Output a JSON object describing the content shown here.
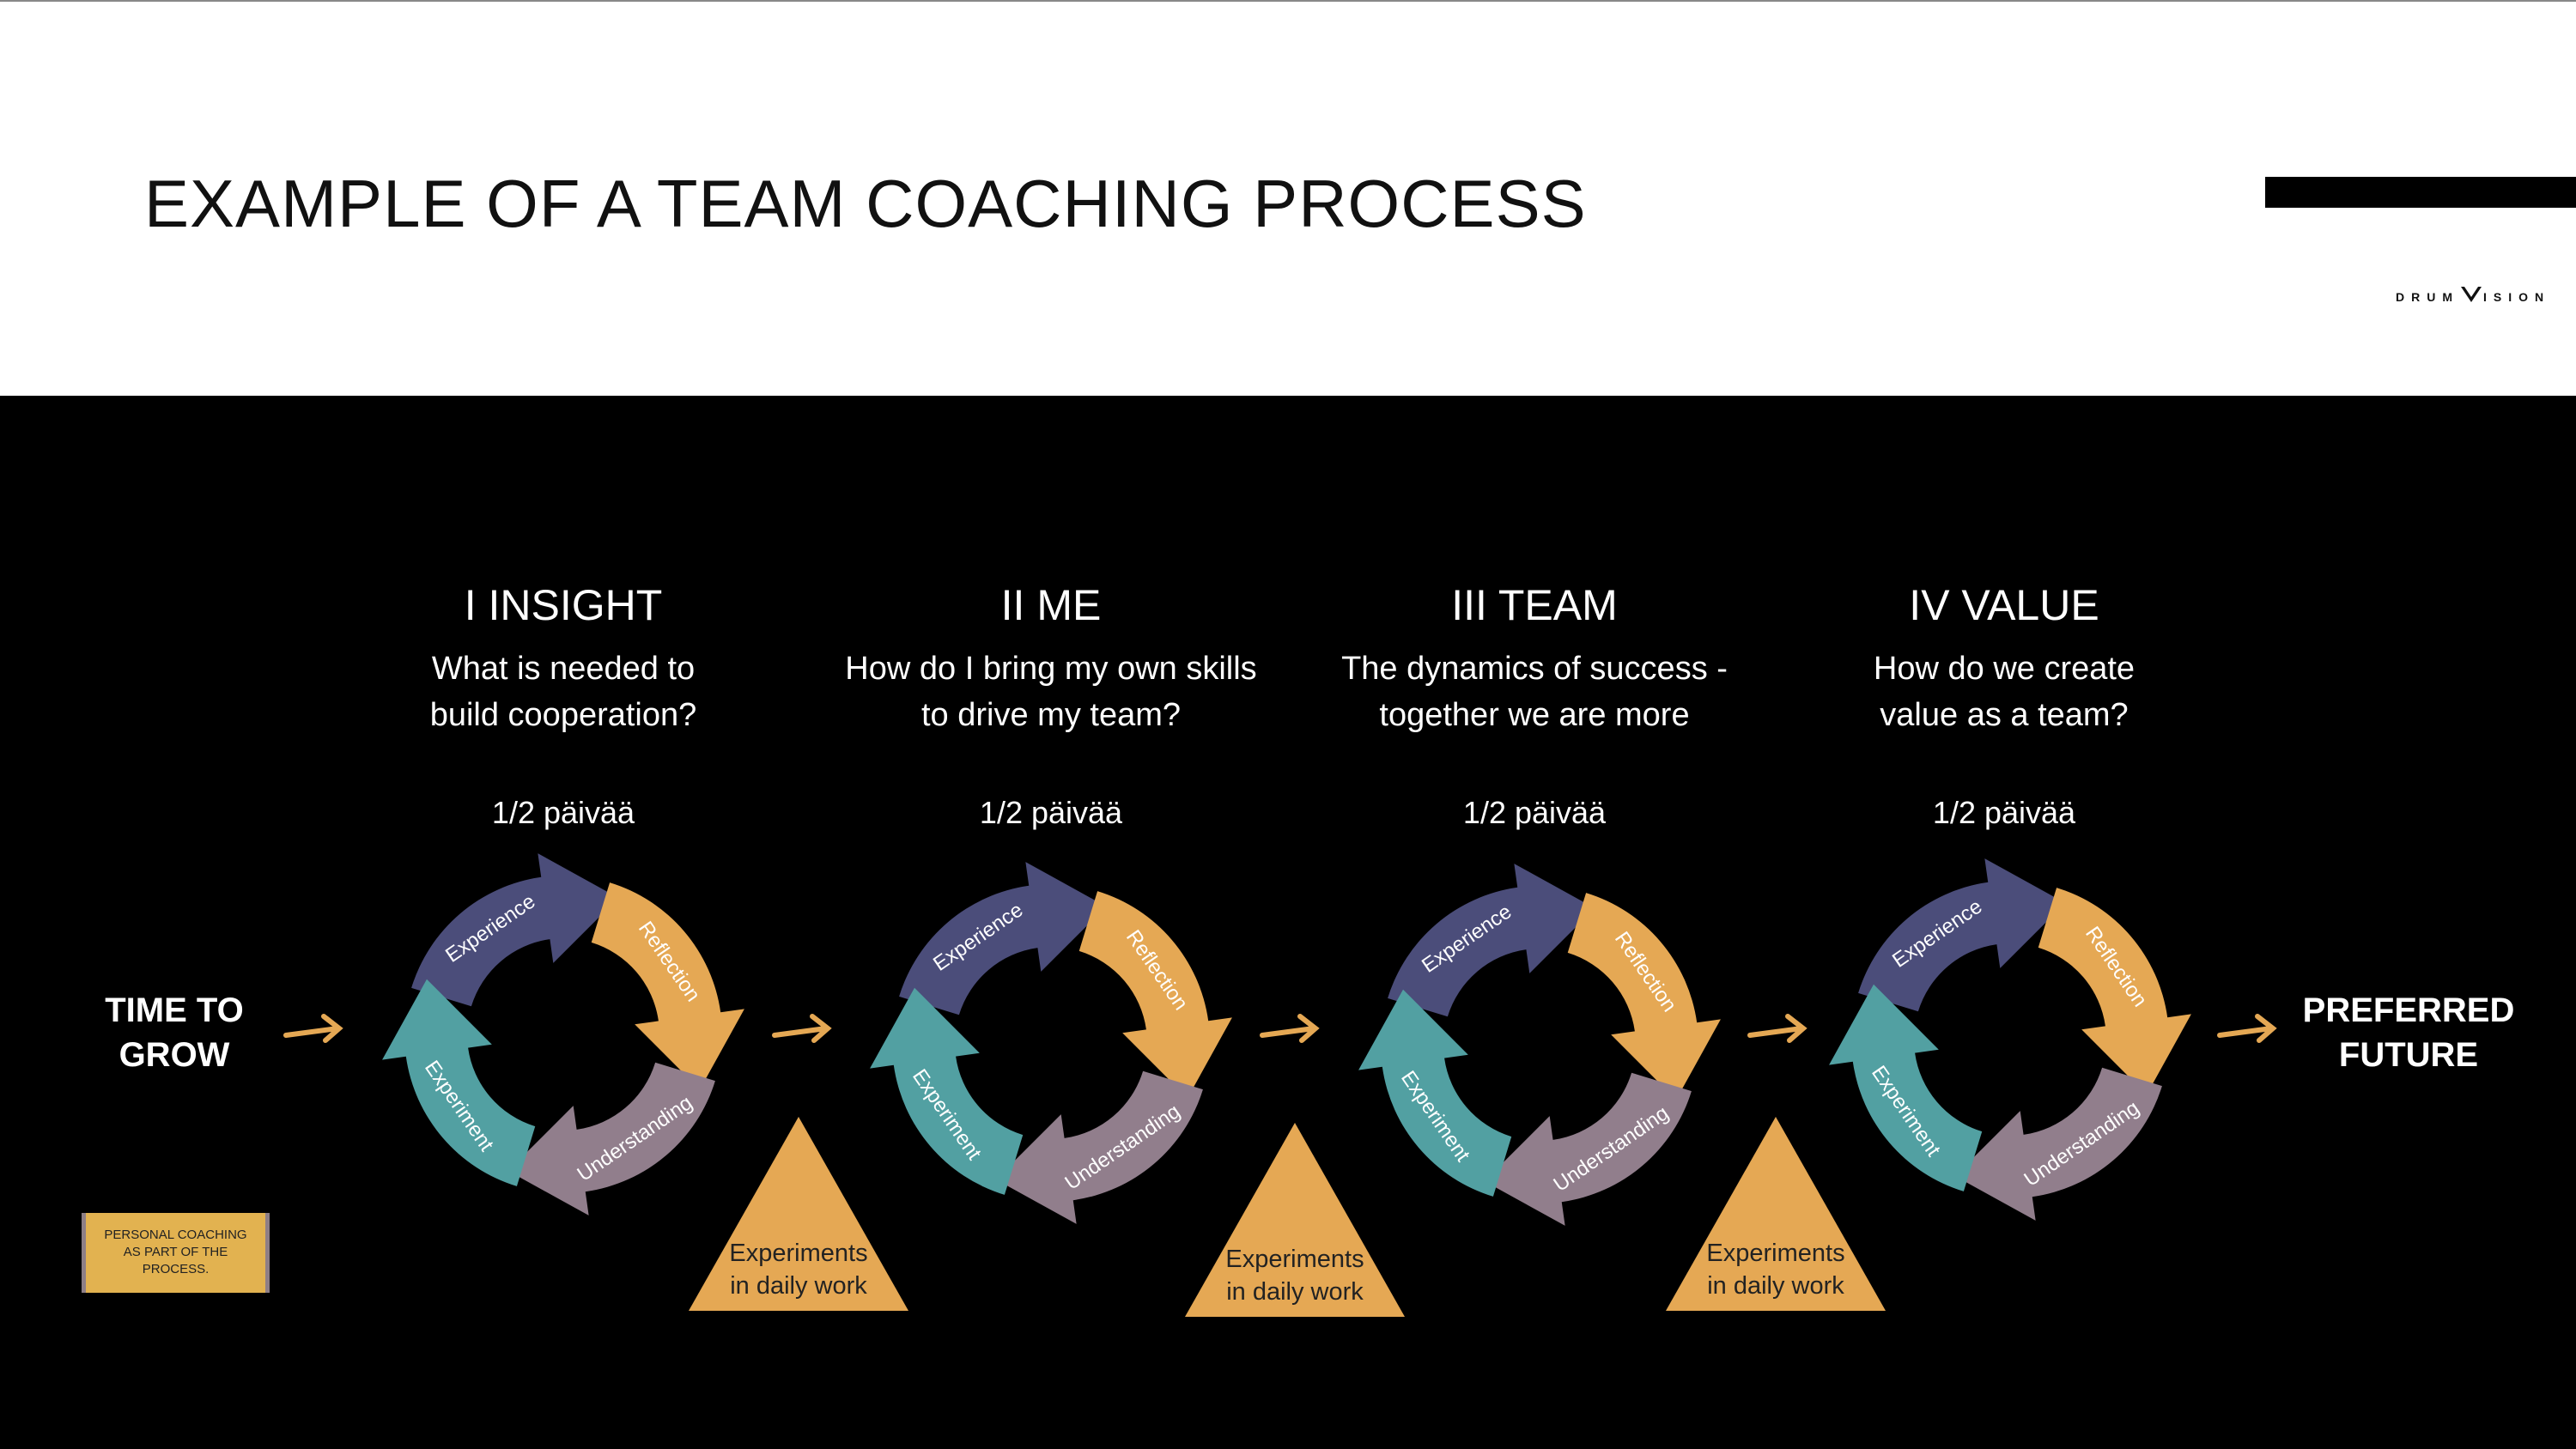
{
  "header": {
    "title": "EXAMPLE OF A TEAM COACHING PROCESS",
    "logo": "DRUMVISION"
  },
  "start_label": [
    "TIME TO",
    "GROW"
  ],
  "end_label": [
    "PREFERRED",
    "FUTURE"
  ],
  "phases": [
    {
      "heading": "I INSIGHT",
      "question": [
        "What is needed to",
        "build cooperation?"
      ],
      "duration": "1/2 päivää"
    },
    {
      "heading": "II ME",
      "question": [
        "How do I bring my own skills",
        "to drive my team?"
      ],
      "duration": "1/2 päivää"
    },
    {
      "heading": "III TEAM",
      "question": [
        "The dynamics of success -",
        "together we are more"
      ],
      "duration": "1/2 päivää"
    },
    {
      "heading": "IV VALUE",
      "question": [
        "How do we create",
        "value as a team?"
      ],
      "duration": "1/2 päivää"
    }
  ],
  "cycle": [
    {
      "label": "Experience",
      "color": "#4b4d7a"
    },
    {
      "label": "Reflection",
      "color": "#e5a854"
    },
    {
      "label": "Understanding",
      "color": "#917e8c"
    },
    {
      "label": "Experiment",
      "color": "#52a0a2"
    }
  ],
  "experiments": [
    "Experiments",
    "in daily work"
  ],
  "personal_coaching": [
    "PERSONAL COACHING",
    "AS PART OF THE",
    "PROCESS."
  ],
  "colors": {
    "accent": "#e5a854",
    "background": "#000000"
  }
}
